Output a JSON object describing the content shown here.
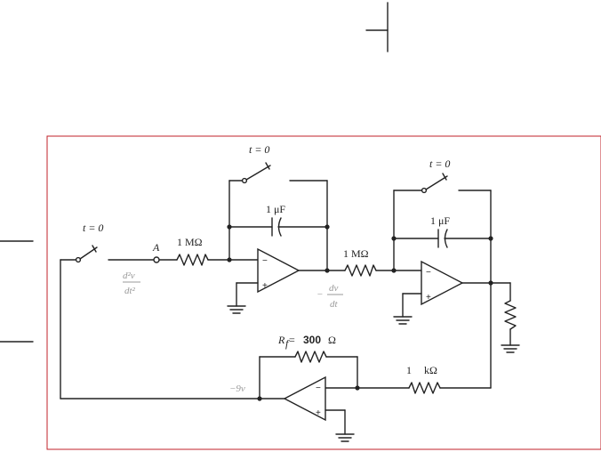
{
  "labels": {
    "switch1_time": "t = 0",
    "switch2_time": "t = 0",
    "switch3_time": "t = 0",
    "node_a": "A",
    "r_in1": "1 MΩ",
    "r_in2": "1 MΩ",
    "cap1": "1 μF",
    "cap2": "1 μF",
    "rf_symbol": "R",
    "rf_subscript": "f",
    "rf_eq": " = ",
    "rf_value": "300",
    "rf_unit": "Ω",
    "r_k": "1",
    "r_k_unit": "kΩ",
    "d2v_num": "d²v",
    "d2v_den": "dt²",
    "dv_minus": "−",
    "dv_num": "dv",
    "dv_den": "dt",
    "neg9v": "−9v",
    "minus": "−",
    "plus": "+"
  },
  "colors": {
    "frame": "#c0222a",
    "wire": "#222222",
    "signal_label": "#9a9a9a"
  }
}
